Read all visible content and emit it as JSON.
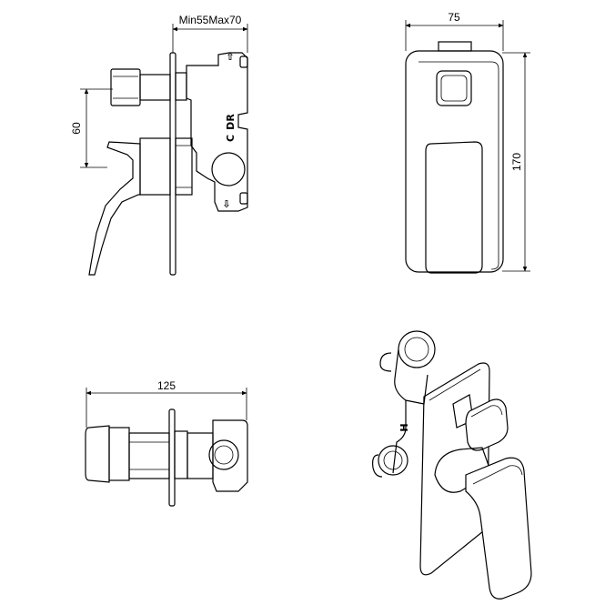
{
  "dimensions": {
    "side_depth": "Min55Max70",
    "side_height": "60",
    "front_width": "75",
    "front_height": "170",
    "top_length": "125"
  },
  "body_markings": {
    "cold_label": "C",
    "dr_label": "DR",
    "iso_marking": "H"
  },
  "arrows": {
    "up": "⇧",
    "down": "⇩"
  }
}
